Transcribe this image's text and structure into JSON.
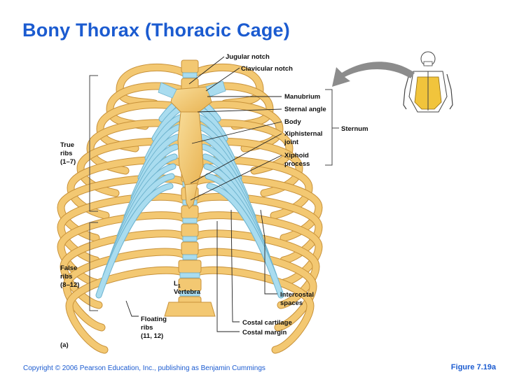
{
  "title": "Bony Thorax (Thoracic Cage)",
  "labels": {
    "jugular_notch": "Jugular notch",
    "clavicular_notch": "Clavicular notch",
    "manubrium": "Manubrium",
    "sternal_angle": "Sternal angle",
    "body": "Body",
    "xiphisternal_joint": [
      "Xiphisternal",
      "joint"
    ],
    "xiphoid_process": [
      "Xiphoid",
      "process"
    ],
    "sternum": "Sternum",
    "true_ribs": [
      "True",
      "ribs",
      "(1–7)"
    ],
    "false_ribs": [
      "False",
      "ribs",
      "(8–12)"
    ],
    "floating_ribs": [
      "Floating",
      "ribs",
      "(11, 12)"
    ],
    "l1": "L",
    "l1_sub": "1",
    "vertebra": "Vertebra",
    "intercostal_spaces": [
      "Intercostal",
      "spaces"
    ],
    "costal_cartilage": "Costal cartilage",
    "costal_margin": "Costal margin",
    "panel": "(a)"
  },
  "footer": {
    "copyright": "Copyright © 2006 Pearson Education, Inc., publishing as Benjamin Cummings",
    "figure": "Figure 7.19a"
  },
  "colors": {
    "title": "#1b5bd0",
    "bone": "#f3c872",
    "bone_outline": "#c8923a",
    "cartilage": "#a9dcef",
    "cartilage_outline": "#6fb4cf",
    "leader": "#222222",
    "arrow": "#8c8c8c"
  }
}
